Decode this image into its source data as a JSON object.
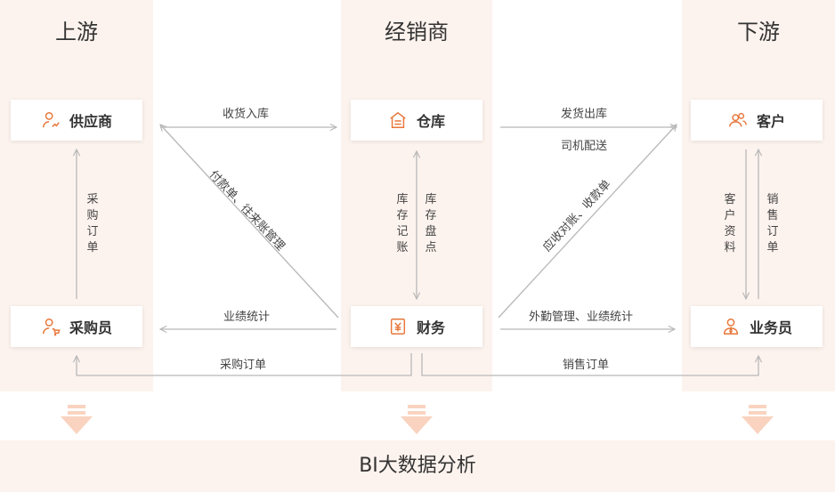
{
  "columns": {
    "upstream": "上游",
    "distributor": "经销商",
    "downstream": "下游"
  },
  "nodes": {
    "supplier": "供应商",
    "warehouse": "仓库",
    "customer": "客户",
    "purchaser": "采购员",
    "finance": "财务",
    "salesperson": "业务员"
  },
  "flows": {
    "receive_stock": "收货入库",
    "ship_out": "发货出库",
    "driver_delivery": "司机配送",
    "payment_reconciliation": "付款单、往来账管理",
    "receivable_collection": "应收对账、收款单",
    "purchase_order_v": "采购订单",
    "inventory_record": "库存记账",
    "inventory_count": "库存盘点",
    "customer_info": "客户资料",
    "sales_order_v": "销售订单",
    "performance_stats": "业绩统计",
    "field_performance": "外勤管理、业绩统计",
    "purchase_order_bottom": "采购订单",
    "sales_order_bottom": "销售订单"
  },
  "footer": "BI大数据分析",
  "colors": {
    "accent": "#e8773a",
    "column_bg": "#fdf3ee",
    "line": "#b8b8b8"
  }
}
